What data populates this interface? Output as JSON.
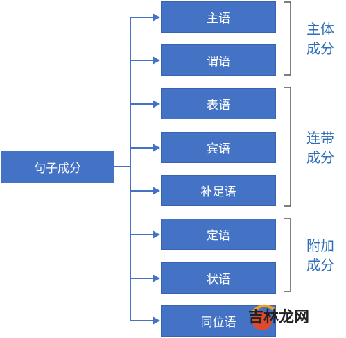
{
  "root": {
    "label": "句子成分"
  },
  "items": [
    {
      "label": "主语"
    },
    {
      "label": "谓语"
    },
    {
      "label": "表语"
    },
    {
      "label": "宾语"
    },
    {
      "label": "补足语"
    },
    {
      "label": "定语"
    },
    {
      "label": "状语"
    },
    {
      "label": "同位语"
    }
  ],
  "groups": [
    {
      "line1": "主体",
      "line2": "成分"
    },
    {
      "line1": "连带",
      "line2": "成分"
    },
    {
      "line1": "附加",
      "line2": "成分"
    }
  ],
  "watermark": {
    "text": "吉林龙网"
  },
  "colors": {
    "box": "#4472c4",
    "line": "#4472c4",
    "group_text": "#2e6fb8",
    "bracket": "#555555"
  }
}
